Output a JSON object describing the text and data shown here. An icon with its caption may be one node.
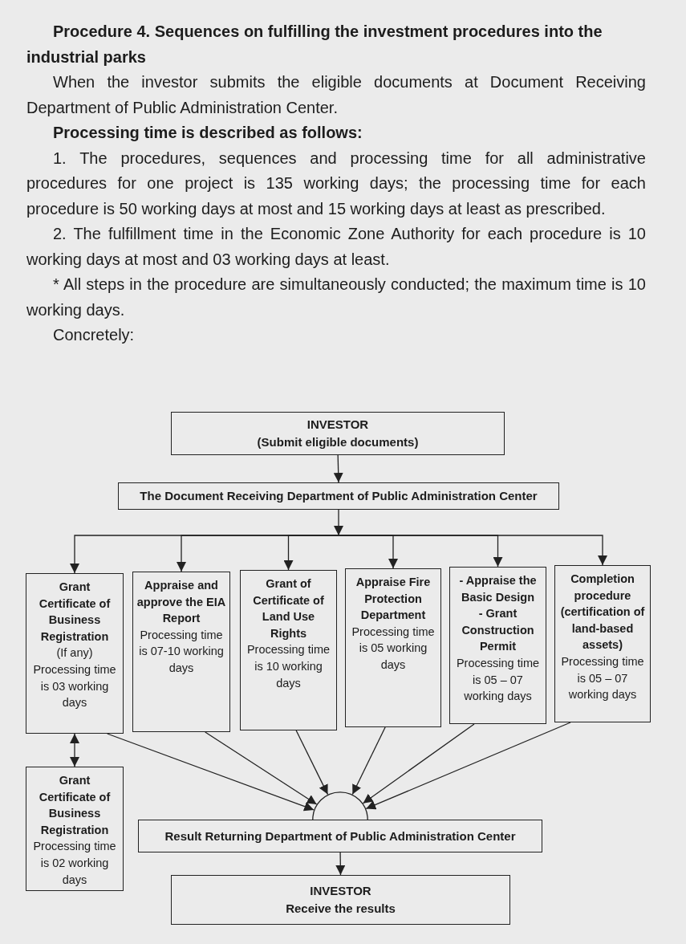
{
  "diagram": {
    "title": "Procedure 4. Sequences on fulfilling the investment procedures into the industrial parks",
    "nodes": [
      {
        "text": [
          "INVESTOR",
          "(Submit eligible documents)"
        ]
      },
      {
        "text": [
          "The Document Receiving Department of Public Administration Center"
        ]
      },
      {
        "text": [
          "Grant Certificate of Business Registration",
          "(If any) Processing time is 03 working days"
        ]
      },
      {
        "text": [
          "Appraise and approve the EIA Report",
          "Processing time is 07-10 working days"
        ]
      },
      {
        "text": [
          "Grant of Certificate of Land Use Rights",
          "Processing time is 10 working days"
        ]
      },
      {
        "text": [
          "Appraise Fire Protection Department",
          "Processing time is 05 working days"
        ]
      },
      {
        "text": [
          "- Appraise the Basic Design",
          "- Grant Construction Permit",
          "Processing time is 05 – 07 working days"
        ]
      },
      {
        "text": [
          "Completion procedure (certification of land-based assets)",
          "Processing time is 05 – 07 working days"
        ]
      },
      {
        "text": [
          "Grant Certificate of Business Registration",
          "Processing time is 02 working days"
        ]
      },
      {
        "text": [],
        "shape": "semicircle"
      },
      {
        "text": [
          "Result Returning Department of Public Administration Center"
        ]
      },
      {
        "text": [
          "INVESTOR",
          "Receive the results"
        ]
      }
    ],
    "edges": [
      {
        "from": 0,
        "to": 1,
        "arrow": "to"
      },
      {
        "from": 1,
        "to": 2,
        "arrow": "to"
      },
      {
        "from": 1,
        "to": 3,
        "arrow": "to"
      },
      {
        "from": 1,
        "to": 4,
        "arrow": "to"
      },
      {
        "from": 1,
        "to": 5,
        "arrow": "to"
      },
      {
        "from": 1,
        "to": 6,
        "arrow": "to"
      },
      {
        "from": 1,
        "to": 7,
        "arrow": "to"
      },
      {
        "from": 2,
        "to": 8,
        "arrow": "both"
      },
      {
        "from": 2,
        "to": 9,
        "arrow": "to"
      },
      {
        "from": 3,
        "to": 9,
        "arrow": "to"
      },
      {
        "from": 4,
        "to": 9,
        "arrow": "to"
      },
      {
        "from": 5,
        "to": 9,
        "arrow": "to"
      },
      {
        "from": 6,
        "to": 9,
        "arrow": "to"
      },
      {
        "from": 7,
        "to": 9,
        "arrow": "to"
      },
      {
        "from": 10,
        "to": 11,
        "arrow": "to"
      }
    ],
    "labels": [
      "When the investor submits the eligible documents at Document Receiving Department of Public Administration Center.",
      "Processing time is described as follows:",
      "1. The procedures, sequences and processing time for all administrative procedures for one project is 135 working days; the processing time for each procedure is 50 working days at most and 15 working days at least as prescribed.",
      "2. The fulfillment time in the Economic Zone Authority for each procedure is 10 working days at most and 03 working days at least.",
      "* All steps in the procedure are simultaneously conducted; the maximum time is 10 working days.",
      "Concretely:"
    ]
  }
}
